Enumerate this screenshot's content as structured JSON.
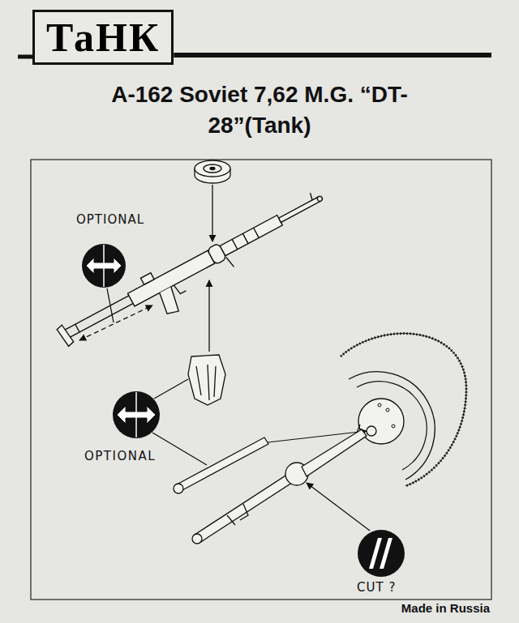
{
  "diagram": {
    "title": "A-162 Soviet 7,62 M.G. “DT-28”(Tank)",
    "nodes": [
      {
        "text": [
          "ТаНК"
        ]
      }
    ],
    "labels": [
      "OPTIONAL",
      "OPTIONAL",
      "CUT ?",
      "Made in Russia"
    ]
  }
}
